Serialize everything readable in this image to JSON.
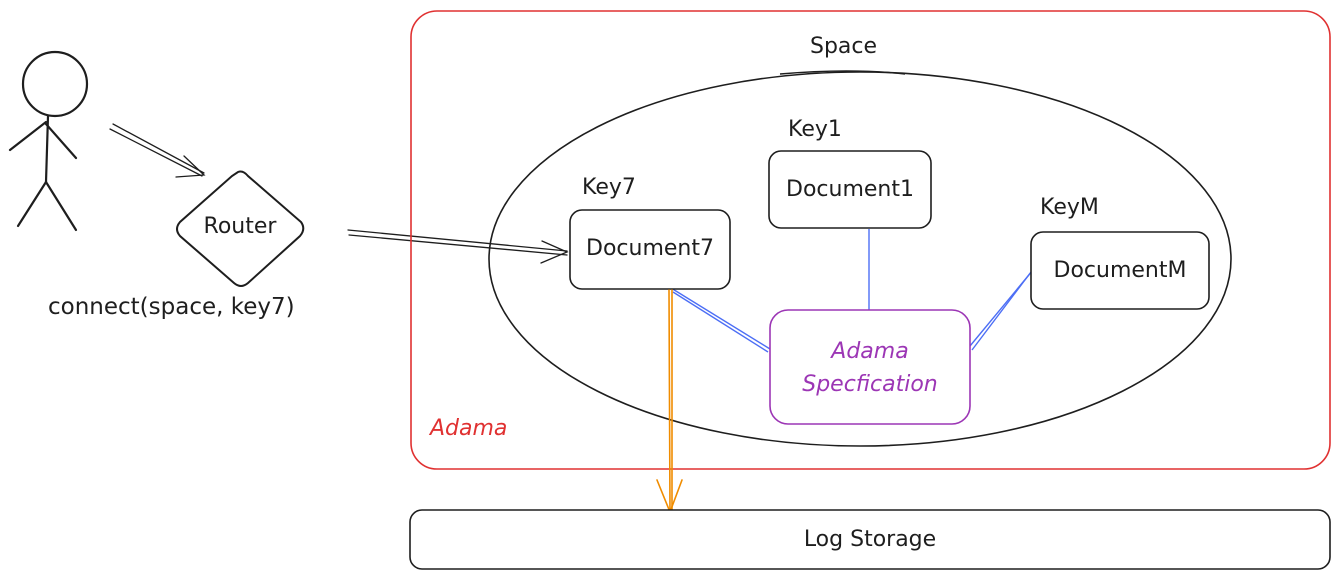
{
  "user": {
    "label": "connect(space, key7)"
  },
  "router": {
    "label": "Router"
  },
  "adama": {
    "label": "Adama",
    "color": "#e03131"
  },
  "space": {
    "label": "Space"
  },
  "documents": [
    {
      "key": "Key1",
      "label": "Document1"
    },
    {
      "key": "Key7",
      "label": "Document7"
    },
    {
      "key": "KeyM",
      "label": "DocumentM"
    }
  ],
  "spec": {
    "line1": "Adama",
    "line2": "Specfication",
    "color": "#9c36b5"
  },
  "storage": {
    "label": "Log Storage"
  },
  "colors": {
    "ink": "#1e1e1e",
    "link": "#4c6ef5",
    "log_arrow": "#f08c00"
  }
}
